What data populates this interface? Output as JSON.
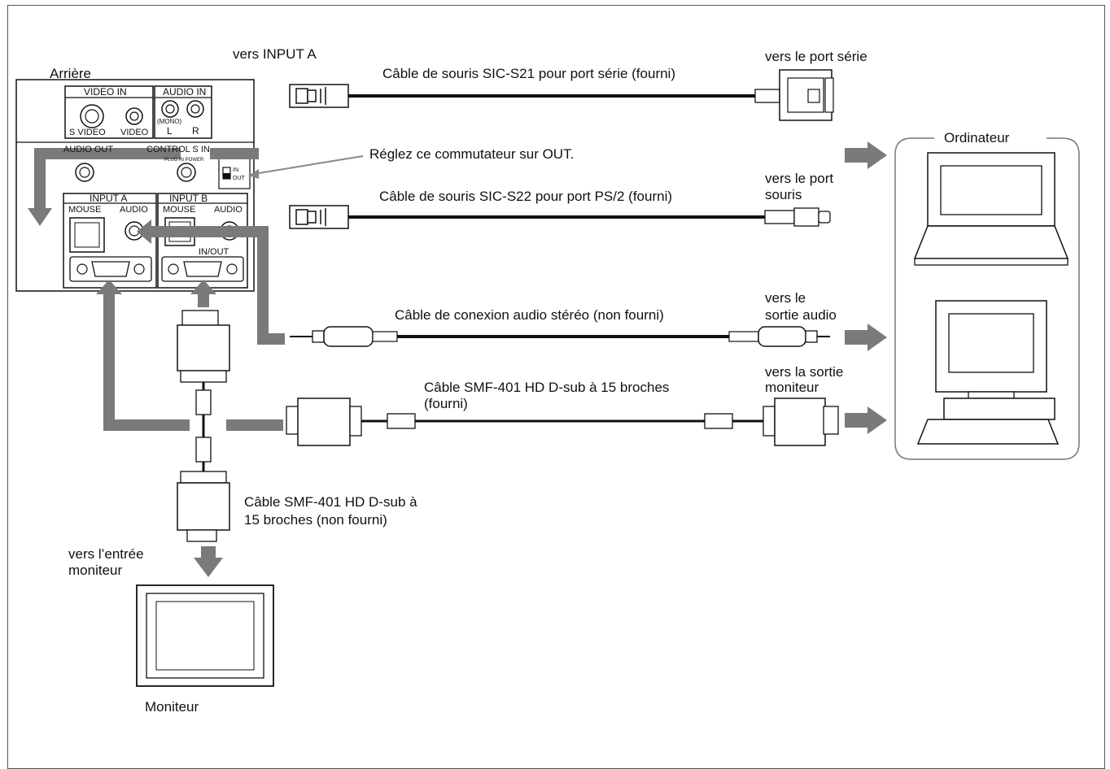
{
  "labels": {
    "rear": "Arrière",
    "to_input_a": "vers INPUT A",
    "cable_sic_s21": "Câble de souris SIC-S21 pour port série (fourni)",
    "to_serial_port": "vers le port série",
    "switch_note": "Réglez ce commutateur sur OUT.",
    "computer": "Ordinateur",
    "cable_sic_s22": "Câble de souris SIC-S22 pour port PS/2 (fourni)",
    "to_mouse_port_1": "vers le port",
    "to_mouse_port_2": "souris",
    "to_audio_out_1": "vers le",
    "to_audio_out_2": "sortie audio",
    "cable_audio": "Câble de conexion audio stéréo (non fourni)",
    "to_monitor_out_1": "vers la sortie",
    "to_monitor_out_2": "moniteur",
    "cable_smf_provided_1": "Câble SMF-401 HD D-sub à 15 broches",
    "cable_smf_provided_2": "(fourni)",
    "cable_smf_notprovided_1": "Câble SMF-401 HD D-sub à",
    "cable_smf_notprovided_2": "15 broches (non fourni)",
    "to_monitor_in_1": "vers l’entrée",
    "to_monitor_in_2": "moniteur",
    "monitor": "Moniteur"
  },
  "panel": {
    "video_in": "VIDEO IN",
    "audio_in": "AUDIO IN",
    "s_video": "S VIDEO",
    "video": "VIDEO",
    "mono": "(MONO)",
    "l": "L",
    "r": "R",
    "audio_out": "AUDIO OUT",
    "control_s_in": "CONTROL S IN",
    "plug_in_power": "PLUG IN POWER",
    "sw_in": "IN",
    "sw_out": "OUT",
    "input_a": "INPUT A",
    "input_b": "INPUT B",
    "mouse_a": "MOUSE",
    "audio_a": "AUDIO",
    "mouse_b": "MOUSE",
    "audio_b": "AUDIO",
    "in_out": "IN/OUT"
  },
  "colors": {
    "arrow": "#7a7a7a",
    "line": "#111111"
  }
}
